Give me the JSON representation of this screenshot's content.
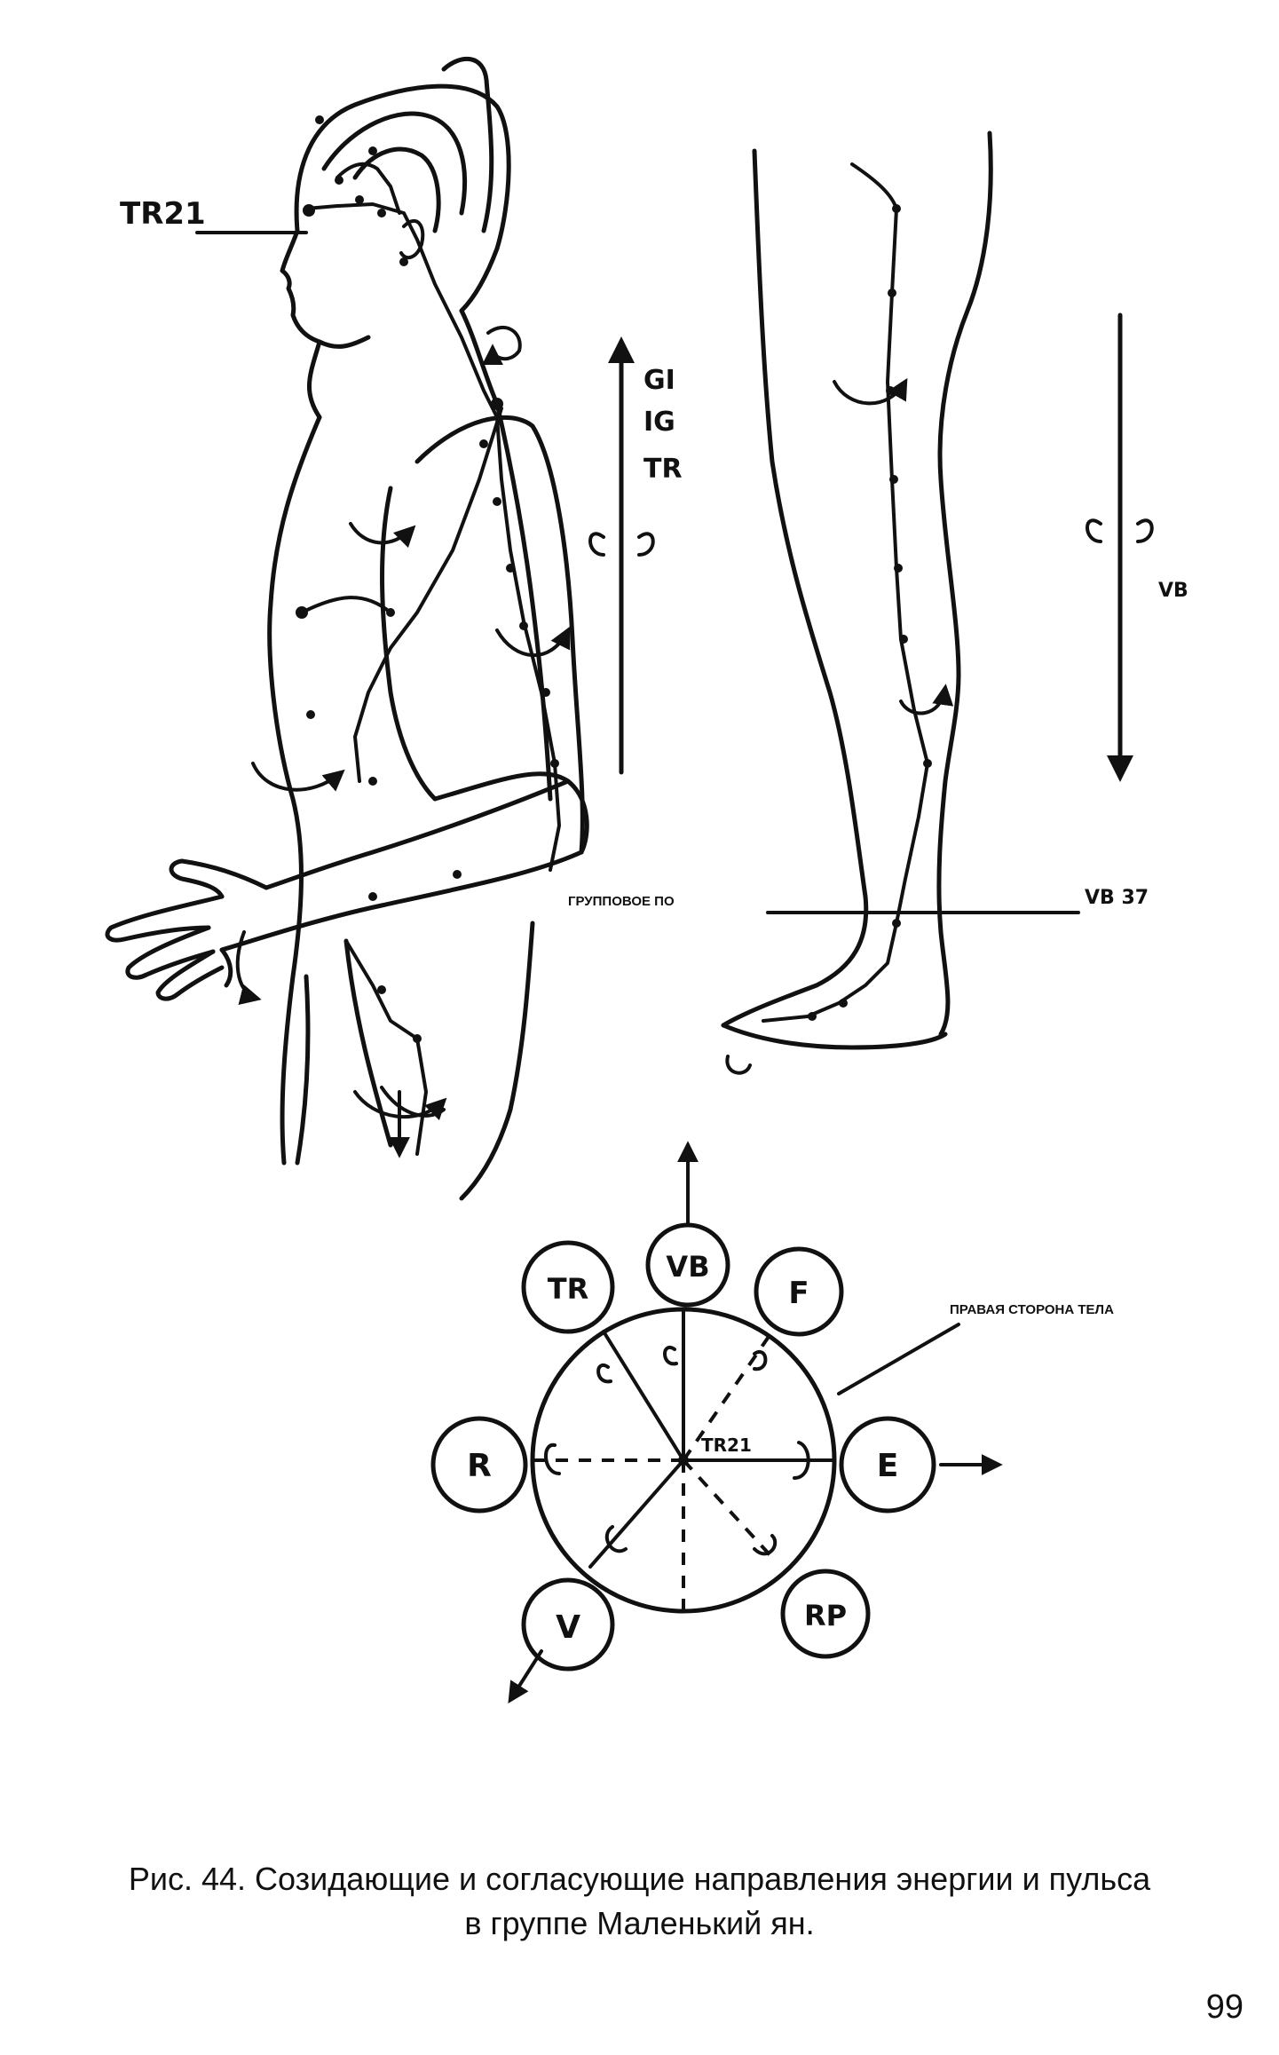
{
  "figure": {
    "labels": {
      "tr21_pointer": "TR21",
      "arm_meridians": [
        "GI",
        "IG",
        "TR"
      ],
      "leg_meridian": "VB",
      "group_point_label": "ГРУППОВОЕ ПО",
      "group_point_code": "VB 37",
      "body_side_label": "ПРАВАЯ СТОРОНА ТЕЛА",
      "center_point": "TR21"
    },
    "wheel": {
      "nodes": [
        "VB",
        "F",
        "E",
        "RP",
        "V",
        "R",
        "TR"
      ]
    }
  },
  "caption": {
    "line1": "Рис. 44. Созидающие и согласующие направления энергии и пульса",
    "line2": "в группе Маленький ян."
  },
  "page_number": "99"
}
